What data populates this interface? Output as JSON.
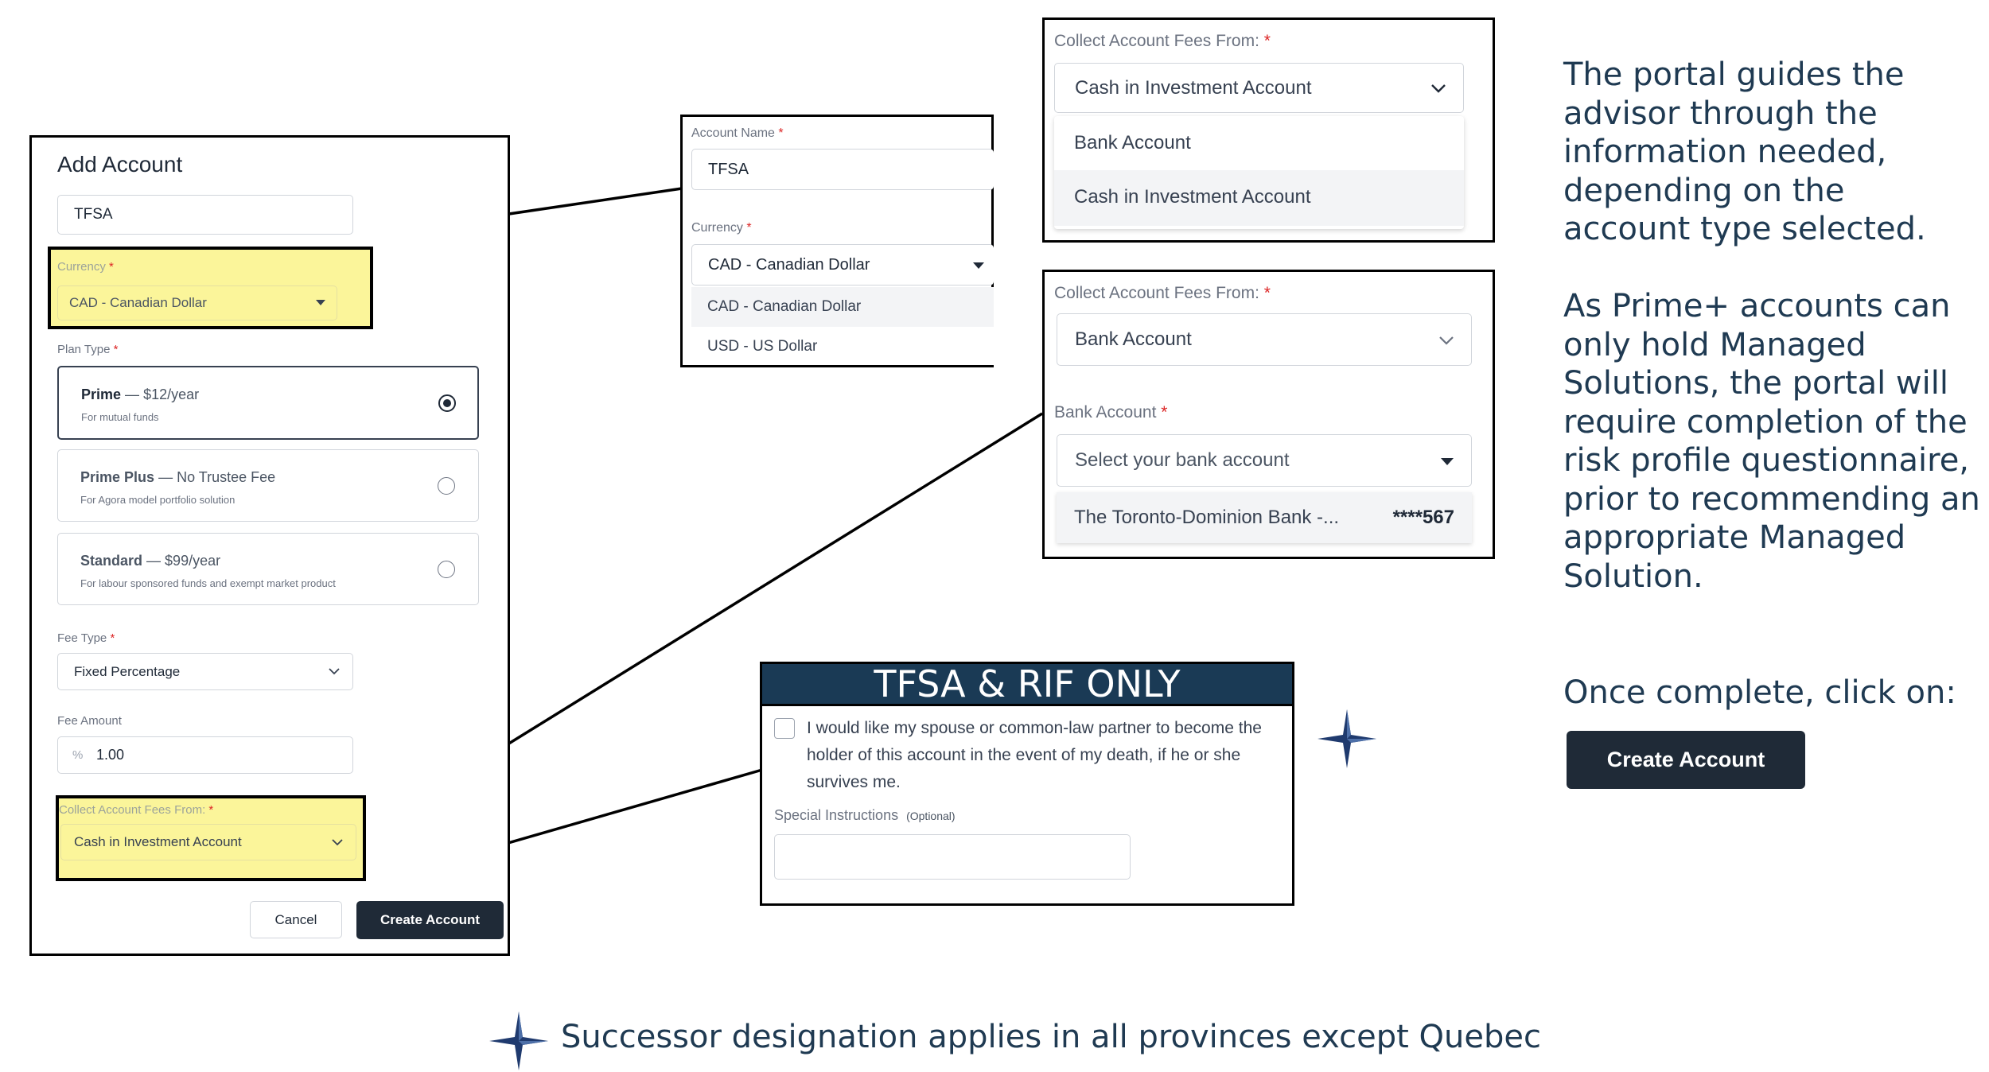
{
  "add_account": {
    "title": "Add Account",
    "account_name_value": "TFSA",
    "currency_label": "Currency",
    "currency_value": "CAD - Canadian Dollar",
    "plan_type_label": "Plan Type",
    "plans": [
      {
        "name": "Prime",
        "price": "$12/year",
        "desc": "For mutual funds",
        "selected": true
      },
      {
        "name": "Prime Plus",
        "price": "No Trustee Fee",
        "desc": "For Agora model portfolio solution",
        "selected": false
      },
      {
        "name": "Standard",
        "price": "$99/year",
        "desc": "For labour sponsored funds and exempt market product",
        "selected": false
      }
    ],
    "fee_type_label": "Fee Type",
    "fee_type_value": "Fixed Percentage",
    "fee_amount_label": "Fee Amount",
    "fee_amount_prefix": "%",
    "fee_amount_value": "1.00",
    "collect_fees_label": "Collect Account Fees From:",
    "collect_fees_value": "Cash in Investment Account",
    "cancel_label": "Cancel",
    "create_label": "Create Account",
    "required_mark": "*",
    "dash": "—"
  },
  "zoom_currency": {
    "account_name_label": "Account Name",
    "account_name_value": "TFSA",
    "currency_label": "Currency",
    "currency_value": "CAD - Canadian Dollar",
    "options": [
      "CAD - Canadian Dollar",
      "USD - US Dollar"
    ]
  },
  "zoom_fees_cash": {
    "label": "Collect Account Fees From:",
    "value": "Cash in Investment Account",
    "options": [
      "Bank Account",
      "Cash in Investment Account"
    ]
  },
  "zoom_fees_bank": {
    "label": "Collect Account Fees From:",
    "value": "Bank Account",
    "bank_label": "Bank Account",
    "bank_placeholder": "Select your bank account",
    "bank_option_name": "The Toronto-Dominion Bank -...",
    "bank_option_number": "****567"
  },
  "tfsa_rif": {
    "banner": "TFSA & RIF ONLY",
    "checkbox_text": "I would like my spouse or common-law partner to become the holder of this account in the event of my death, if he or she survives me.",
    "special_label": "Special Instructions",
    "special_optional": "(Optional)"
  },
  "side_text": {
    "para1": "The portal guides the advisor through the information needed, depending on the account type selected.",
    "para2": "As Prime+ accounts can only hold Managed Solutions, the portal will require completion of the risk profile questionnaire, prior to recommending an appropriate Managed Solution.",
    "para3": "Once complete, click on:",
    "button_label": "Create Account"
  },
  "footnote": "Successor designation applies in all provinces except Quebec",
  "colors": {
    "navy": "#1a3a55",
    "dark_button": "#1f2a37",
    "highlight": "#fbf59a",
    "required": "#dc2626",
    "star": "#1f3a6e"
  }
}
